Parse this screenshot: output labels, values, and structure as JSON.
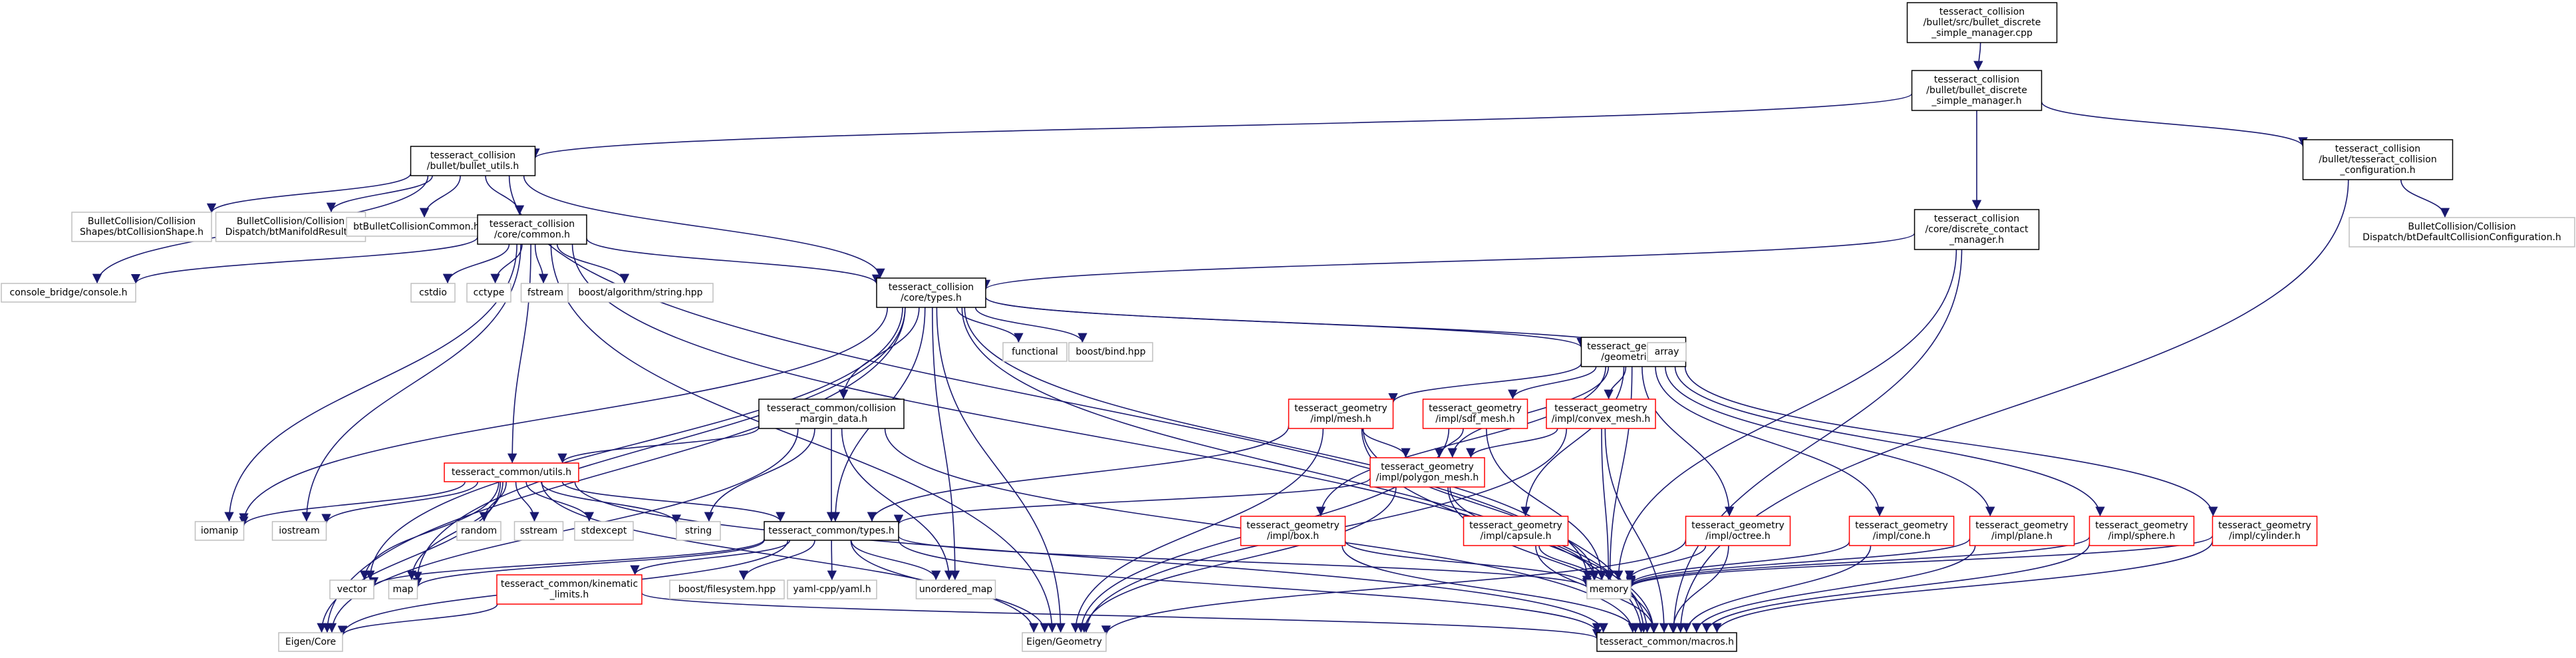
{
  "graph": {
    "title_lines": [
      "tesseract_collision",
      "/bullet/src/bullet_discrete",
      "_simple_manager.cpp"
    ],
    "colors": {
      "edge": "#191970",
      "box_black": "#000000",
      "box_gray": "#bfbfbf",
      "box_red": "#ff0000",
      "root_fill": "#bfbfbf",
      "node_fill": "#ffffff"
    },
    "nodes": [
      {
        "id": "root",
        "style": "root",
        "lines": [
          "tesseract_collision",
          "/bullet/src/bullet_discrete",
          "_simple_manager.cpp"
        ]
      },
      {
        "id": "bdsm_h",
        "style": "black",
        "lines": [
          "tesseract_collision",
          "/bullet/bullet_discrete",
          "_simple_manager.h"
        ]
      },
      {
        "id": "bullet_utils",
        "style": "black",
        "lines": [
          "tesseract_collision",
          "/bullet/bullet_utils.h"
        ]
      },
      {
        "id": "tess_coll_config",
        "style": "black",
        "lines": [
          "tesseract_collision",
          "/bullet/tesseract_collision",
          "_configuration.h"
        ]
      },
      {
        "id": "discrete_contact",
        "style": "black",
        "lines": [
          "tesseract_collision",
          "/core/discrete_contact",
          "_manager.h"
        ]
      },
      {
        "id": "bt_collision_shape",
        "style": "gray",
        "lines": [
          "BulletCollision/Collision",
          "Shapes/btCollisionShape.h"
        ]
      },
      {
        "id": "bt_manifold_result",
        "style": "gray",
        "lines": [
          "BulletCollision/Collision",
          "Dispatch/btManifoldResult.h"
        ]
      },
      {
        "id": "bt_bullet_common",
        "style": "gray",
        "lines": [
          "btBulletCollisionCommon.h"
        ]
      },
      {
        "id": "core_common",
        "style": "black",
        "lines": [
          "tesseract_collision",
          "/core/common.h"
        ]
      },
      {
        "id": "bt_default_config",
        "style": "gray",
        "lines": [
          "BulletCollision/Collision",
          "Dispatch/btDefaultCollisionConfiguration.h"
        ]
      },
      {
        "id": "console_bridge",
        "style": "gray",
        "lines": [
          "console_bridge/console.h"
        ]
      },
      {
        "id": "cstdio",
        "style": "gray",
        "lines": [
          "cstdio"
        ]
      },
      {
        "id": "cctype",
        "style": "gray",
        "lines": [
          "cctype"
        ]
      },
      {
        "id": "fstream",
        "style": "gray",
        "lines": [
          "fstream"
        ]
      },
      {
        "id": "boost_algo",
        "style": "gray",
        "lines": [
          "boost/algorithm/string.hpp"
        ]
      },
      {
        "id": "core_types",
        "style": "black",
        "lines": [
          "tesseract_collision",
          "/core/types.h"
        ]
      },
      {
        "id": "functional",
        "style": "gray",
        "lines": [
          "functional"
        ]
      },
      {
        "id": "boost_bind",
        "style": "gray",
        "lines": [
          "boost/bind.hpp"
        ]
      },
      {
        "id": "geometries",
        "style": "black",
        "lines": [
          "tesseract_geometry",
          "/geometries.h"
        ]
      },
      {
        "id": "array",
        "style": "gray",
        "lines": [
          "array"
        ]
      },
      {
        "id": "margin_data",
        "style": "black",
        "lines": [
          "tesseract_common/collision",
          "_margin_data.h"
        ]
      },
      {
        "id": "impl_mesh",
        "style": "red",
        "lines": [
          "tesseract_geometry",
          "/impl/mesh.h"
        ]
      },
      {
        "id": "impl_sdf_mesh",
        "style": "red",
        "lines": [
          "tesseract_geometry",
          "/impl/sdf_mesh.h"
        ]
      },
      {
        "id": "impl_convex_mesh",
        "style": "red",
        "lines": [
          "tesseract_geometry",
          "/impl/convex_mesh.h"
        ]
      },
      {
        "id": "impl_polygon_mesh",
        "style": "red",
        "lines": [
          "tesseract_geometry",
          "/impl/polygon_mesh.h"
        ]
      },
      {
        "id": "common_utils",
        "style": "red",
        "lines": [
          "tesseract_common/utils.h"
        ]
      },
      {
        "id": "iomanip",
        "style": "gray",
        "lines": [
          "iomanip"
        ]
      },
      {
        "id": "iostream",
        "style": "gray",
        "lines": [
          "iostream"
        ]
      },
      {
        "id": "random",
        "style": "gray",
        "lines": [
          "random"
        ]
      },
      {
        "id": "sstream",
        "style": "gray",
        "lines": [
          "sstream"
        ]
      },
      {
        "id": "stdexcept",
        "style": "gray",
        "lines": [
          "stdexcept"
        ]
      },
      {
        "id": "string",
        "style": "gray",
        "lines": [
          "string"
        ]
      },
      {
        "id": "common_types",
        "style": "black",
        "lines": [
          "tesseract_common/types.h"
        ]
      },
      {
        "id": "impl_box",
        "style": "red",
        "lines": [
          "tesseract_geometry",
          "/impl/box.h"
        ]
      },
      {
        "id": "impl_capsule",
        "style": "red",
        "lines": [
          "tesseract_geometry",
          "/impl/capsule.h"
        ]
      },
      {
        "id": "impl_octree",
        "style": "red",
        "lines": [
          "tesseract_geometry",
          "/impl/octree.h"
        ]
      },
      {
        "id": "impl_cone",
        "style": "red",
        "lines": [
          "tesseract_geometry",
          "/impl/cone.h"
        ]
      },
      {
        "id": "impl_plane",
        "style": "red",
        "lines": [
          "tesseract_geometry",
          "/impl/plane.h"
        ]
      },
      {
        "id": "impl_sphere",
        "style": "red",
        "lines": [
          "tesseract_geometry",
          "/impl/sphere.h"
        ]
      },
      {
        "id": "impl_cylinder",
        "style": "red",
        "lines": [
          "tesseract_geometry",
          "/impl/cylinder.h"
        ]
      },
      {
        "id": "vector",
        "style": "gray",
        "lines": [
          "vector"
        ]
      },
      {
        "id": "map",
        "style": "gray",
        "lines": [
          "map"
        ]
      },
      {
        "id": "boost_fs",
        "style": "gray",
        "lines": [
          "boost/filesystem.hpp"
        ]
      },
      {
        "id": "yaml",
        "style": "gray",
        "lines": [
          "yaml-cpp/yaml.h"
        ]
      },
      {
        "id": "unordered_map",
        "style": "gray",
        "lines": [
          "unordered_map"
        ]
      },
      {
        "id": "memory",
        "style": "gray",
        "lines": [
          "memory"
        ]
      },
      {
        "id": "kinematic_limits",
        "style": "red",
        "lines": [
          "tesseract_common/kinematic",
          "_limits.h"
        ]
      },
      {
        "id": "eigen_core",
        "style": "gray",
        "lines": [
          "Eigen/Core"
        ]
      },
      {
        "id": "eigen_geometry",
        "style": "gray",
        "lines": [
          "Eigen/Geometry"
        ]
      },
      {
        "id": "macros",
        "style": "black",
        "lines": [
          "tesseract_common/macros.h"
        ]
      }
    ],
    "edges": [
      [
        "root",
        "bdsm_h"
      ],
      [
        "bdsm_h",
        "bullet_utils"
      ],
      [
        "bdsm_h",
        "tess_coll_config"
      ],
      [
        "bdsm_h",
        "discrete_contact"
      ],
      [
        "bullet_utils",
        "bt_collision_shape"
      ],
      [
        "bullet_utils",
        "bt_manifold_result"
      ],
      [
        "bullet_utils",
        "bt_bullet_common"
      ],
      [
        "bullet_utils",
        "core_common"
      ],
      [
        "bullet_utils",
        "console_bridge"
      ],
      [
        "bullet_utils",
        "core_types"
      ],
      [
        "bullet_utils",
        "macros"
      ],
      [
        "tess_coll_config",
        "bt_default_config"
      ],
      [
        "tess_coll_config",
        "macros"
      ],
      [
        "discrete_contact",
        "core_types"
      ],
      [
        "discrete_contact",
        "memory"
      ],
      [
        "discrete_contact",
        "macros"
      ],
      [
        "core_common",
        "console_bridge"
      ],
      [
        "core_common",
        "cstdio"
      ],
      [
        "core_common",
        "cctype"
      ],
      [
        "core_common",
        "fstream"
      ],
      [
        "core_common",
        "boost_algo"
      ],
      [
        "core_common",
        "core_types"
      ],
      [
        "core_common",
        "common_utils"
      ],
      [
        "core_common",
        "iomanip"
      ],
      [
        "core_common",
        "iostream"
      ],
      [
        "core_common",
        "eigen_geometry"
      ],
      [
        "core_common",
        "macros"
      ],
      [
        "core_types",
        "functional"
      ],
      [
        "core_types",
        "boost_bind"
      ],
      [
        "core_types",
        "geometries"
      ],
      [
        "core_types",
        "array"
      ],
      [
        "core_types",
        "margin_data"
      ],
      [
        "core_types",
        "common_types"
      ],
      [
        "core_types",
        "vector"
      ],
      [
        "core_types",
        "map"
      ],
      [
        "core_types",
        "unordered_map"
      ],
      [
        "core_types",
        "memory"
      ],
      [
        "core_types",
        "eigen_core"
      ],
      [
        "core_types",
        "eigen_geometry"
      ],
      [
        "core_types",
        "macros"
      ],
      [
        "core_types",
        "iomanip"
      ],
      [
        "geometries",
        "impl_mesh"
      ],
      [
        "geometries",
        "impl_sdf_mesh"
      ],
      [
        "geometries",
        "impl_convex_mesh"
      ],
      [
        "geometries",
        "impl_polygon_mesh"
      ],
      [
        "geometries",
        "impl_box"
      ],
      [
        "geometries",
        "impl_capsule"
      ],
      [
        "geometries",
        "impl_octree"
      ],
      [
        "geometries",
        "impl_cone"
      ],
      [
        "geometries",
        "impl_plane"
      ],
      [
        "geometries",
        "impl_sphere"
      ],
      [
        "geometries",
        "impl_cylinder"
      ],
      [
        "geometries",
        "memory"
      ],
      [
        "margin_data",
        "common_utils"
      ],
      [
        "margin_data",
        "common_types"
      ],
      [
        "margin_data",
        "string"
      ],
      [
        "margin_data",
        "unordered_map"
      ],
      [
        "margin_data",
        "eigen_core"
      ],
      [
        "margin_data",
        "macros"
      ],
      [
        "impl_mesh",
        "impl_polygon_mesh"
      ],
      [
        "impl_mesh",
        "common_types"
      ],
      [
        "impl_mesh",
        "eigen_geometry"
      ],
      [
        "impl_mesh",
        "memory"
      ],
      [
        "impl_mesh",
        "macros"
      ],
      [
        "impl_sdf_mesh",
        "impl_polygon_mesh"
      ],
      [
        "impl_sdf_mesh",
        "memory"
      ],
      [
        "impl_sdf_mesh",
        "eigen_geometry"
      ],
      [
        "impl_convex_mesh",
        "impl_polygon_mesh"
      ],
      [
        "impl_convex_mesh",
        "memory"
      ],
      [
        "impl_convex_mesh",
        "eigen_geometry"
      ],
      [
        "impl_convex_mesh",
        "macros"
      ],
      [
        "impl_polygon_mesh",
        "common_types"
      ],
      [
        "impl_polygon_mesh",
        "memory"
      ],
      [
        "impl_polygon_mesh",
        "eigen_geometry"
      ],
      [
        "impl_polygon_mesh",
        "macros"
      ],
      [
        "common_utils",
        "iomanip"
      ],
      [
        "common_utils",
        "iostream"
      ],
      [
        "common_utils",
        "random"
      ],
      [
        "common_utils",
        "sstream"
      ],
      [
        "common_utils",
        "stdexcept"
      ],
      [
        "common_utils",
        "string"
      ],
      [
        "common_utils",
        "common_types"
      ],
      [
        "common_utils",
        "vector"
      ],
      [
        "common_utils",
        "map"
      ],
      [
        "common_utils",
        "eigen_core"
      ],
      [
        "common_utils",
        "eigen_geometry"
      ],
      [
        "common_utils",
        "macros"
      ],
      [
        "common_types",
        "vector"
      ],
      [
        "common_types",
        "map"
      ],
      [
        "common_types",
        "boost_fs"
      ],
      [
        "common_types",
        "yaml"
      ],
      [
        "common_types",
        "unordered_map"
      ],
      [
        "common_types",
        "memory"
      ],
      [
        "common_types",
        "kinematic_limits"
      ],
      [
        "common_types",
        "eigen_core"
      ],
      [
        "common_types",
        "eigen_geometry"
      ],
      [
        "common_types",
        "macros"
      ],
      [
        "kinematic_limits",
        "eigen_core"
      ],
      [
        "kinematic_limits",
        "macros"
      ],
      [
        "impl_box",
        "memory"
      ],
      [
        "impl_box",
        "macros"
      ],
      [
        "impl_capsule",
        "memory"
      ],
      [
        "impl_capsule",
        "macros"
      ],
      [
        "impl_octree",
        "memory"
      ],
      [
        "impl_octree",
        "macros"
      ],
      [
        "impl_octree",
        "eigen_geometry"
      ],
      [
        "impl_cone",
        "memory"
      ],
      [
        "impl_cone",
        "macros"
      ],
      [
        "impl_plane",
        "memory"
      ],
      [
        "impl_plane",
        "macros"
      ],
      [
        "impl_sphere",
        "memory"
      ],
      [
        "impl_sphere",
        "macros"
      ],
      [
        "impl_cylinder",
        "memory"
      ],
      [
        "impl_cylinder",
        "macros"
      ]
    ]
  }
}
